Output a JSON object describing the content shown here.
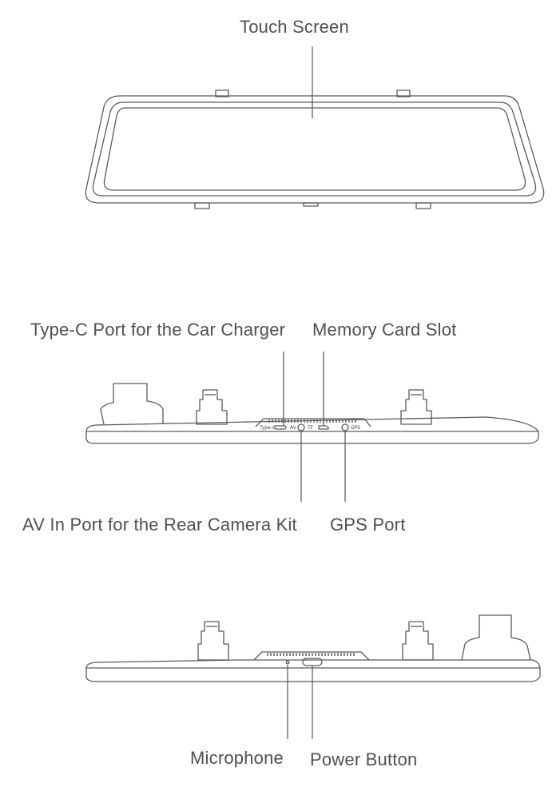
{
  "labels": {
    "touch_screen": "Touch Screen",
    "type_c_port": "Type-C Port for the Car Charger",
    "memory_card_slot": "Memory Card Slot",
    "av_in_port": "AV In Port for the Rear Camera Kit",
    "gps_port": "GPS Port",
    "microphone": "Microphone",
    "power_button": "Power Button"
  },
  "port_marks": {
    "type_c": "Type-C",
    "av": "AV",
    "tf": "TF",
    "gps": "GPS"
  }
}
